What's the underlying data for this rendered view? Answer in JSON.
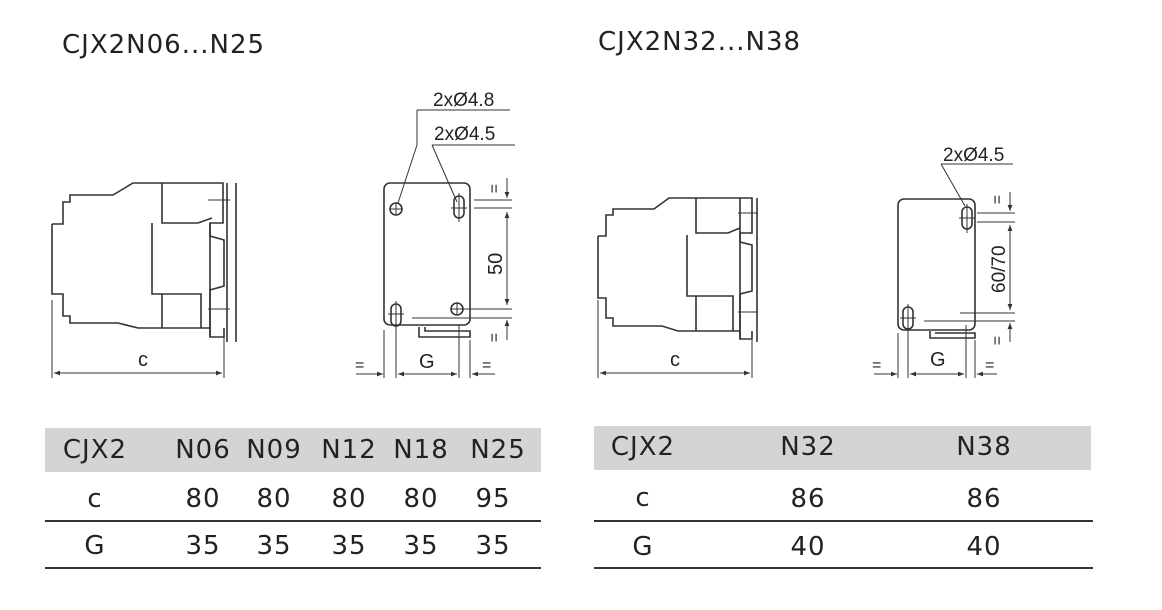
{
  "left_group": {
    "title": "CJX2N06...N25",
    "labels": {
      "hole_large": "2xØ4.8",
      "hole_small": "2xØ4.5",
      "depth": "c",
      "width": "G",
      "pitch": "50",
      "equal": "="
    },
    "table": {
      "headers": [
        "CJX2",
        "N06",
        "N09",
        "N12",
        "N18",
        "N25"
      ],
      "rows": [
        {
          "label": "c",
          "values": [
            "80",
            "80",
            "80",
            "80",
            "95"
          ]
        },
        {
          "label": "G",
          "values": [
            "35",
            "35",
            "35",
            "35",
            "35"
          ]
        }
      ]
    }
  },
  "right_group": {
    "title": "CJX2N32...N38",
    "labels": {
      "hole_small": "2xØ4.5",
      "depth": "c",
      "width": "G",
      "pitch": "60/70",
      "equal": "="
    },
    "table": {
      "headers": [
        "CJX2",
        "N32",
        "N38"
      ],
      "rows": [
        {
          "label": "c",
          "values": [
            "86",
            "86"
          ]
        },
        {
          "label": "G",
          "values": [
            "40",
            "40"
          ]
        }
      ]
    }
  }
}
